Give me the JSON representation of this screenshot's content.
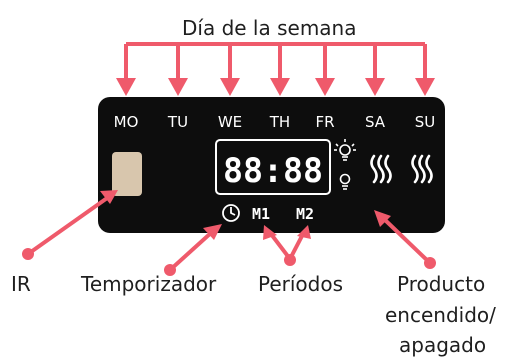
{
  "title": "Día de la semana",
  "days": [
    "MO",
    "TU",
    "WE",
    "TH",
    "FR",
    "SA",
    "SU"
  ],
  "display": {
    "time": "88:88",
    "modes": [
      "M1",
      "M2"
    ]
  },
  "labels": {
    "ir": "IR",
    "timer": "Temporizador",
    "periods": "Períodos",
    "product_line1": "Producto",
    "product_line2": "encendido/",
    "product_line3": "apagado"
  },
  "icons": [
    "clock-icon",
    "bulb-on-icon",
    "bulb-off-icon",
    "heat-icon",
    "heat-icon"
  ],
  "colors": {
    "accent": "#ef5a6b",
    "panel": "#0d0d0d",
    "ir_window": "#d8c6ad",
    "text": "#1f1f1f"
  }
}
